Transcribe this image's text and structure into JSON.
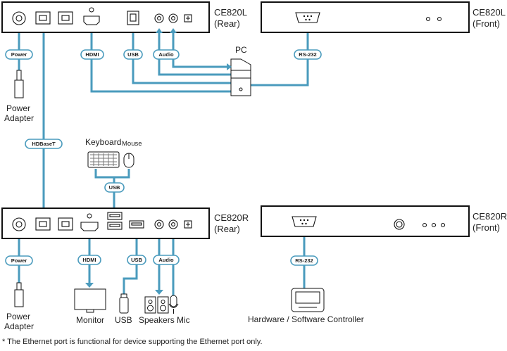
{
  "devices": {
    "ce820l_rear": {
      "name": "CE820L",
      "side": "(Rear)"
    },
    "ce820l_front": {
      "name": "CE820L",
      "side": "(Front)"
    },
    "ce820r_rear": {
      "name": "CE820R",
      "side": "(Rear)"
    },
    "ce820r_front": {
      "name": "CE820R",
      "side": "(Front)"
    }
  },
  "connector_tags": {
    "power_top": "Power",
    "hdmi_top": "HDMI",
    "usb_top": "USB",
    "audio_top": "Audio",
    "rs232_top": "RS-232",
    "hdbaset": "HDBaseT",
    "usb_mid": "USB",
    "power_bottom": "Power",
    "hdmi_bottom": "HDMI",
    "usb_bottom": "USB",
    "audio_bottom": "Audio",
    "rs232_bottom": "RS-232"
  },
  "peripherals": {
    "pc": "PC",
    "power_adapter_top": [
      "Power",
      "Adapter"
    ],
    "keyboard": "Keyboard",
    "mouse": "Mouse",
    "power_adapter_bottom": [
      "Power",
      "Adapter"
    ],
    "monitor": "Monitor",
    "usb_device": "USB",
    "speakers": "Speakers",
    "mic": "Mic",
    "controller": "Hardware / Software Controller"
  },
  "footnote": "* The Ethernet port is functional for device supporting the Ethernet port only.",
  "colors": {
    "cable": "#4a9bbd",
    "outline": "#111111"
  }
}
